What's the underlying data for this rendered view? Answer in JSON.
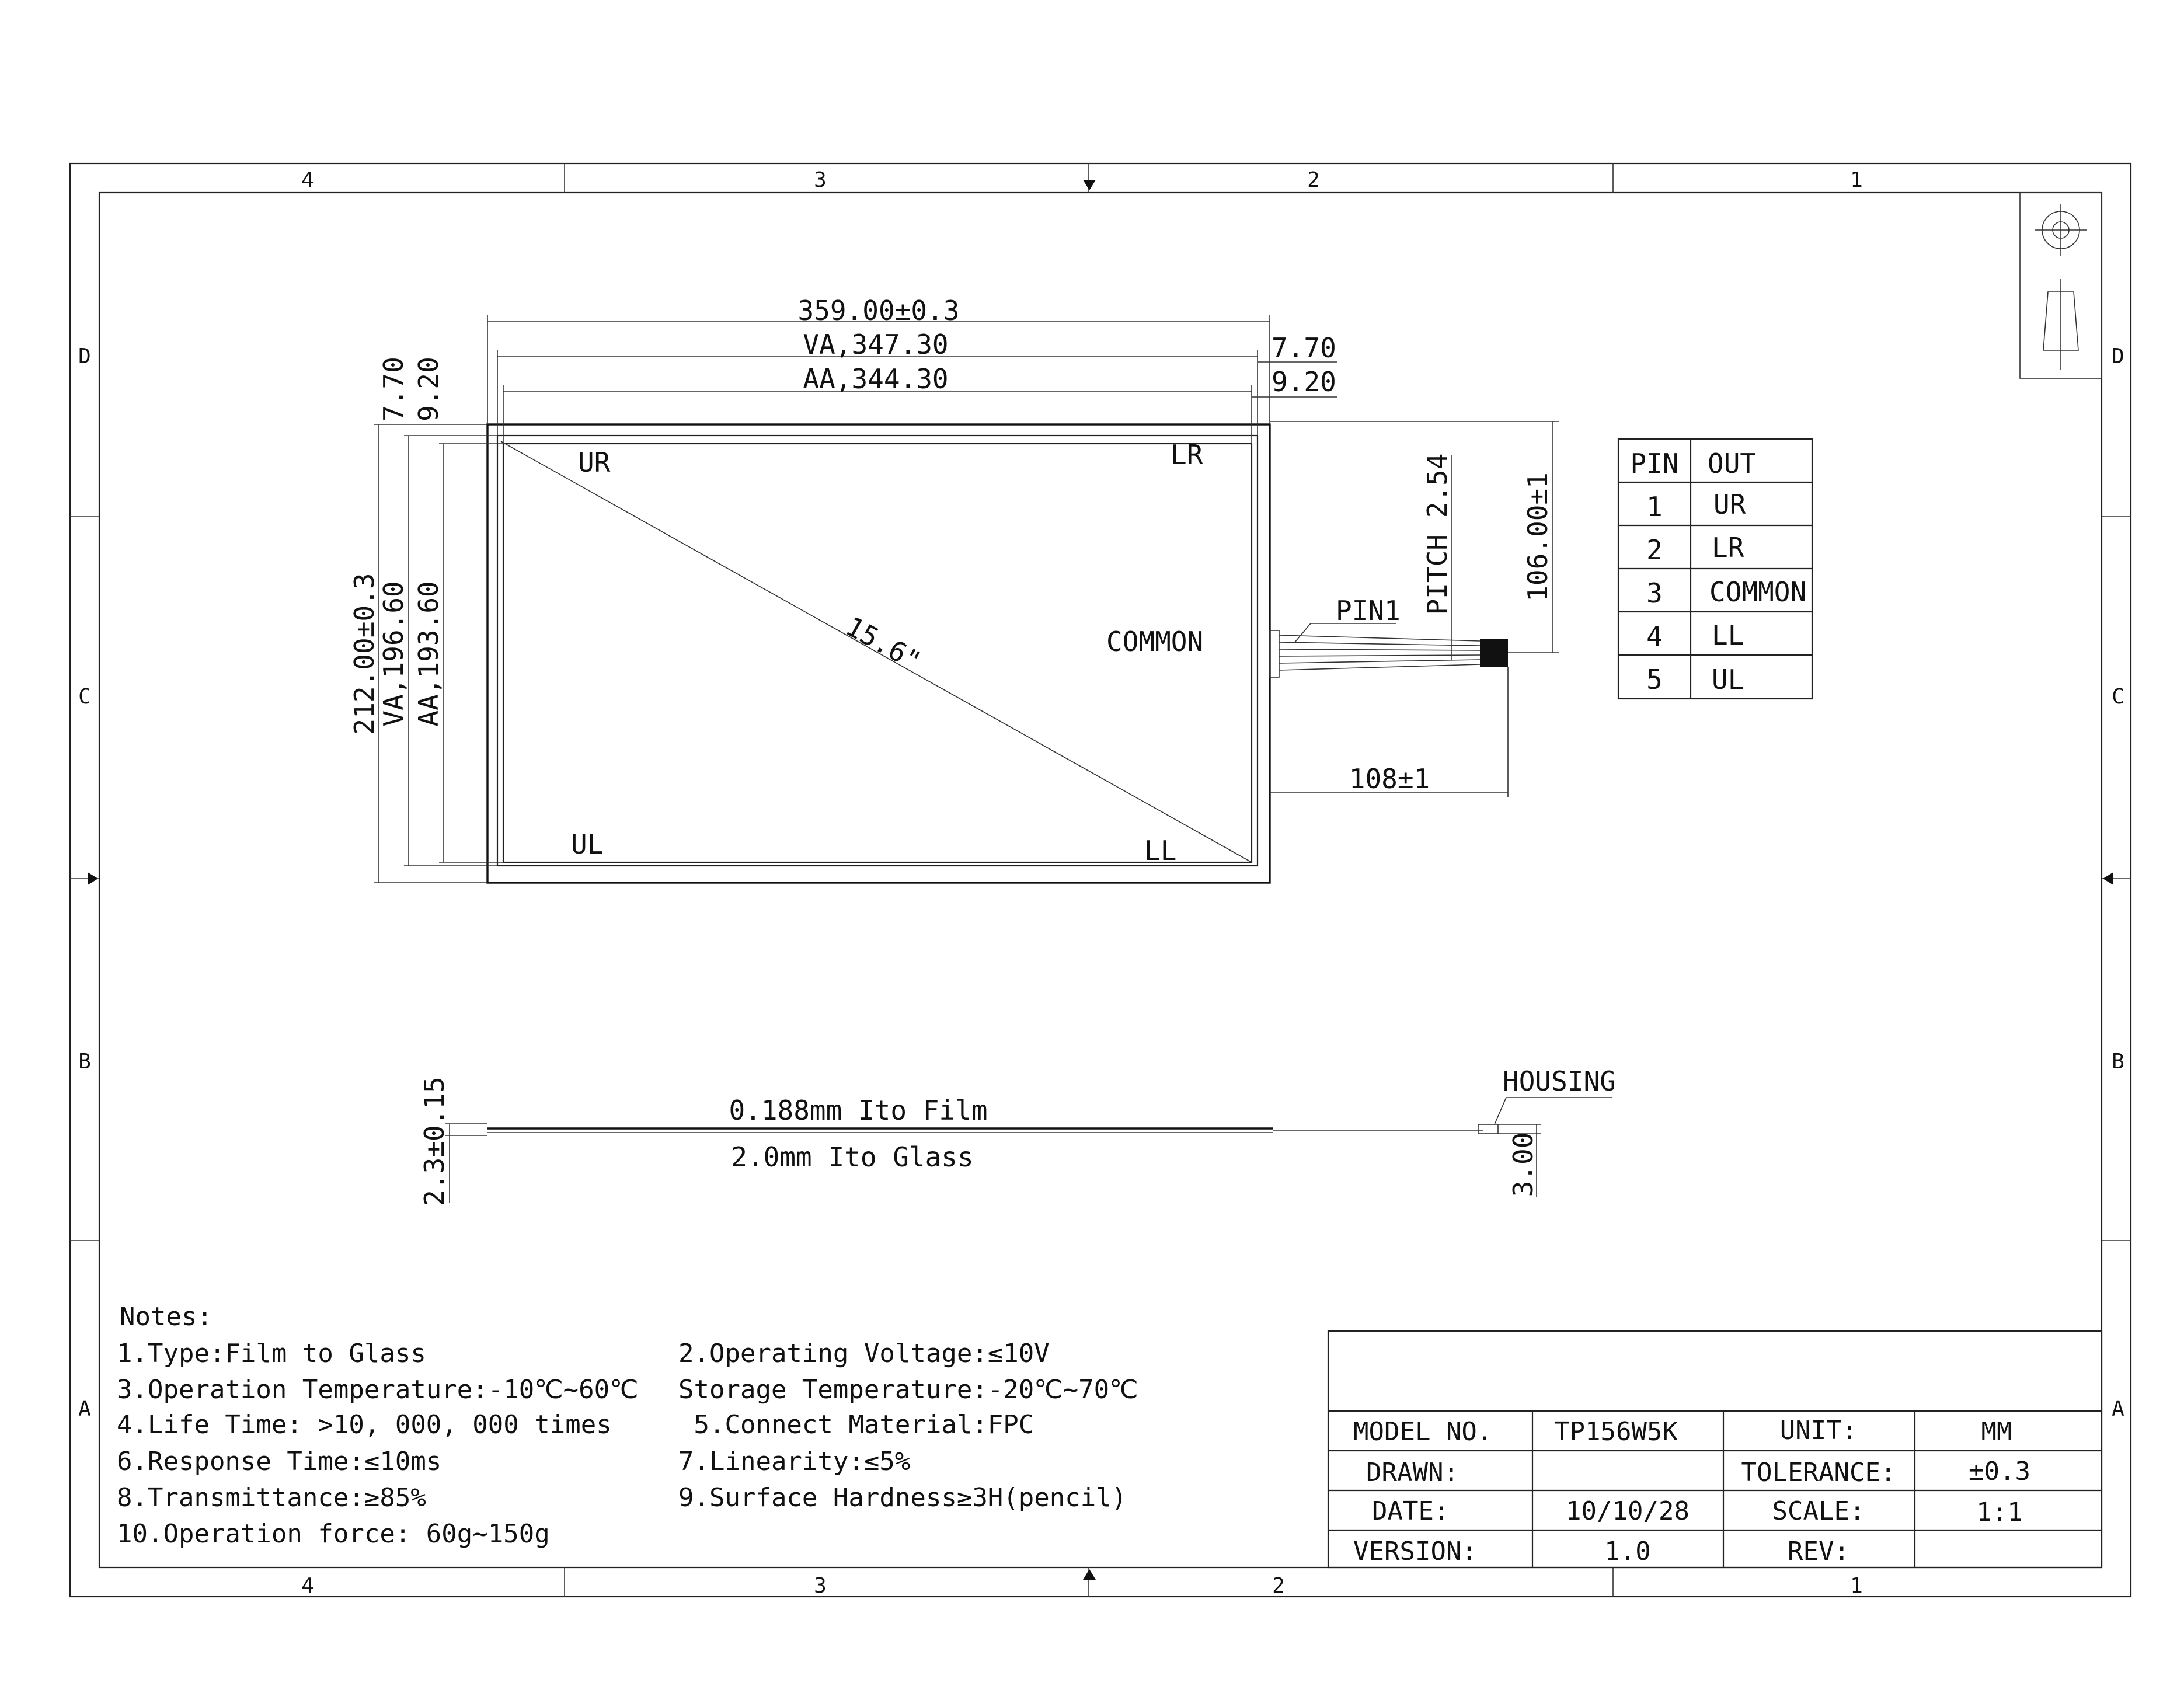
{
  "zones": {
    "columns": [
      "4",
      "3",
      "2",
      "1"
    ],
    "rows": [
      "D",
      "C",
      "B",
      "A"
    ]
  },
  "front_view": {
    "dims": {
      "outer_width": "359.00±0.3",
      "va_width": "VA,347.30",
      "aa_width": "AA,344.30",
      "right_margin_va": "7.70",
      "right_margin_aa": "9.20",
      "top_margin_va": "7.70",
      "top_margin_aa": "9.20",
      "outer_height": "212.00±0.3",
      "va_height": "VA,196.60",
      "aa_height": "AA,193.60",
      "pitch": "PITCH 2.54",
      "tail_offset": "106.00±1",
      "tail_length": "108±1"
    },
    "corners": {
      "ur": "UR",
      "lr": "LR",
      "ul": "UL",
      "ll": "LL",
      "common": "COMMON"
    },
    "diagonal_label": "15.6\"",
    "pin1_label": "PIN1"
  },
  "pin_table": {
    "headers": [
      "PIN",
      "OUT"
    ],
    "rows": [
      [
        "1",
        "UR"
      ],
      [
        "2",
        "LR"
      ],
      [
        "3",
        "COMMON"
      ],
      [
        "4",
        "LL"
      ],
      [
        "5",
        "UL"
      ]
    ]
  },
  "side_view": {
    "film": "0.188mm Ito Film",
    "glass": "2.0mm Ito Glass",
    "thickness": "2.3±0.15",
    "housing": "HOUSING",
    "housing_height": "3.00"
  },
  "notes": {
    "title": "Notes:",
    "left": [
      "1.Type:Film to Glass",
      "3.Operation Temperature:-10℃~60℃",
      "4.Life Time: >10, 000, 000 times",
      "6.Response Time:≤10ms",
      "8.Transmittance:≥85%",
      "10.Operation force: 60g~150g"
    ],
    "right": [
      "2.Operating Voltage:≤10V",
      "Storage Temperature:-20℃~70℃",
      " 5.Connect Material:FPC",
      "7.Linearity:≤5%",
      "9.Surface Hardness≥3H(pencil)"
    ]
  },
  "title_block": {
    "model_label": "MODEL NO.",
    "model_value": "TP156W5K",
    "unit_label": "UNIT:",
    "unit_value": "MM",
    "drawn_label": "DRAWN:",
    "drawn_value": "",
    "tolerance_label": "TOLERANCE:",
    "tolerance_value": "±0.3",
    "date_label": "DATE:",
    "date_value": "10/10/28",
    "scale_label": "SCALE:",
    "scale_value": "1:1",
    "version_label": "VERSION:",
    "version_value": "1.0",
    "rev_label": "REV:",
    "rev_value": ""
  }
}
